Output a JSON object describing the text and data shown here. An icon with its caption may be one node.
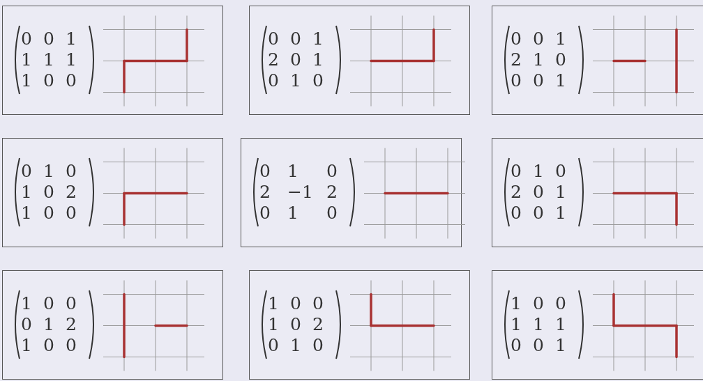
{
  "diagram": {
    "nodes": [
      {
        "text": [
          "0 0 1",
          "1 1 1",
          "1 0 0"
        ]
      },
      {
        "text": [
          "0 0 1",
          "2 0 1",
          "0 1 0"
        ]
      },
      {
        "text": [
          "0 0 1",
          "2 1 0",
          "0 0 1"
        ]
      },
      {
        "text": [
          "0 1 0",
          "1 0 2",
          "1 0 0"
        ]
      },
      {
        "text": [
          "0 1 0",
          "2 −1 2",
          "0 1 0"
        ]
      },
      {
        "text": [
          "0 1 0",
          "2 0 1",
          "0 0 1"
        ]
      },
      {
        "text": [
          "1 0 0",
          "0 1 2",
          "1 0 0"
        ]
      },
      {
        "text": [
          "1 0 0",
          "1 0 2",
          "0 1 0"
        ]
      },
      {
        "text": [
          "1 0 0",
          "1 1 1",
          "0 0 1"
        ]
      }
    ]
  }
}
